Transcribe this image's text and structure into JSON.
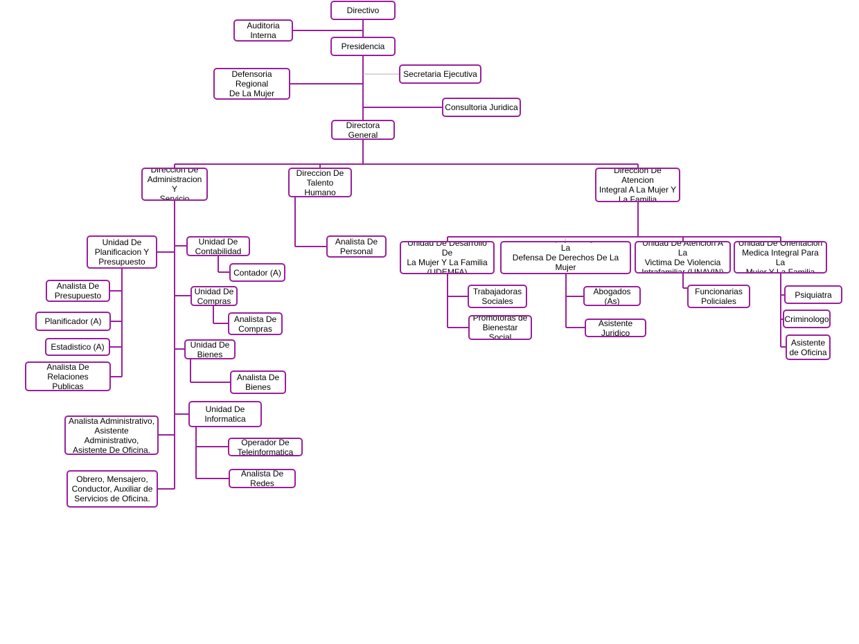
{
  "chart": {
    "line_color": "#9a1f9a",
    "nodes": {
      "directivo": "Directivo",
      "auditoria": "Auditoria\nInterna",
      "presidencia": "Presidencia",
      "defensoria": "Defensoria Regional\nDe La Mujer",
      "secretaria": "Secretaria Ejecutiva",
      "consultoria": "Consultoria Juridica",
      "directora": "Directora\nGeneral",
      "dir_admin": "Dirección De\nAdministracion Y\nServicio",
      "dir_talento": "Direccion De\nTalento Humano",
      "dir_atencion": "Dirección  De Atencion\nIntegral A La Mujer Y\nLa Familia",
      "u_planificacion": "Unidad De\nPlanificacion Y\nPresupuesto",
      "analista_presupuesto": "Analista De\nPresupuesto",
      "planificador": "Planificador (A)",
      "estadistico": "Estadistico (A)",
      "analista_relaciones": "Analista De Relaciones\nPublicas",
      "analista_admin": "Analista Administrativo,\nAsistente Administrativo,\nAsistente De Oficina.",
      "obrero": "Obrero, Mensajero,\nConductor, Auxiliar de\nServicios de Oficina.",
      "u_contabilidad": "Unidad De\nContabilidad",
      "contador": "Contador (A)",
      "u_compras": "Unidad De\nCompras",
      "analista_compras": "Analista De\nCompras",
      "u_bienes": "Unidad De\nBienes",
      "analista_bienes": "Analista De\nBienes",
      "u_informatica": "Unidad De\nInformatica",
      "operador": "Operador De\nTeleinformatica",
      "analista_redes": "Analista De\nRedes",
      "analista_personal": "Analista De\nPersonal",
      "udemfa": "Unidad De Desarrollo De\nLa Mujer Y La Familia\n(UDEMFA)",
      "uaidem": "Unidad De Apoyo Integral Para La\nDefensa De Derechos De La Mujer\nY La Familia (UAIDEM)",
      "unavin": "Unidad De Atencion A La\nVictima De Violencia\nIntrafamiliar (UNAVIN)",
      "u_orientacion": "Unidad De Orientacion\nMedica Integral Para La\nMujer Y La Familia",
      "trabajadoras": "Trabajadoras\nSociales",
      "promotoras": "Promotoras de\nBienestar Social",
      "abogados": "Abogados (As)",
      "asistente_juridico": "Asistente\nJuridico",
      "funcionarias": "Funcionarias\nPoliciales",
      "psiquiatra": "Psiquiatra",
      "criminologo": "Criminologo",
      "asistente_oficina": "Asistente\nde Oficina"
    }
  }
}
